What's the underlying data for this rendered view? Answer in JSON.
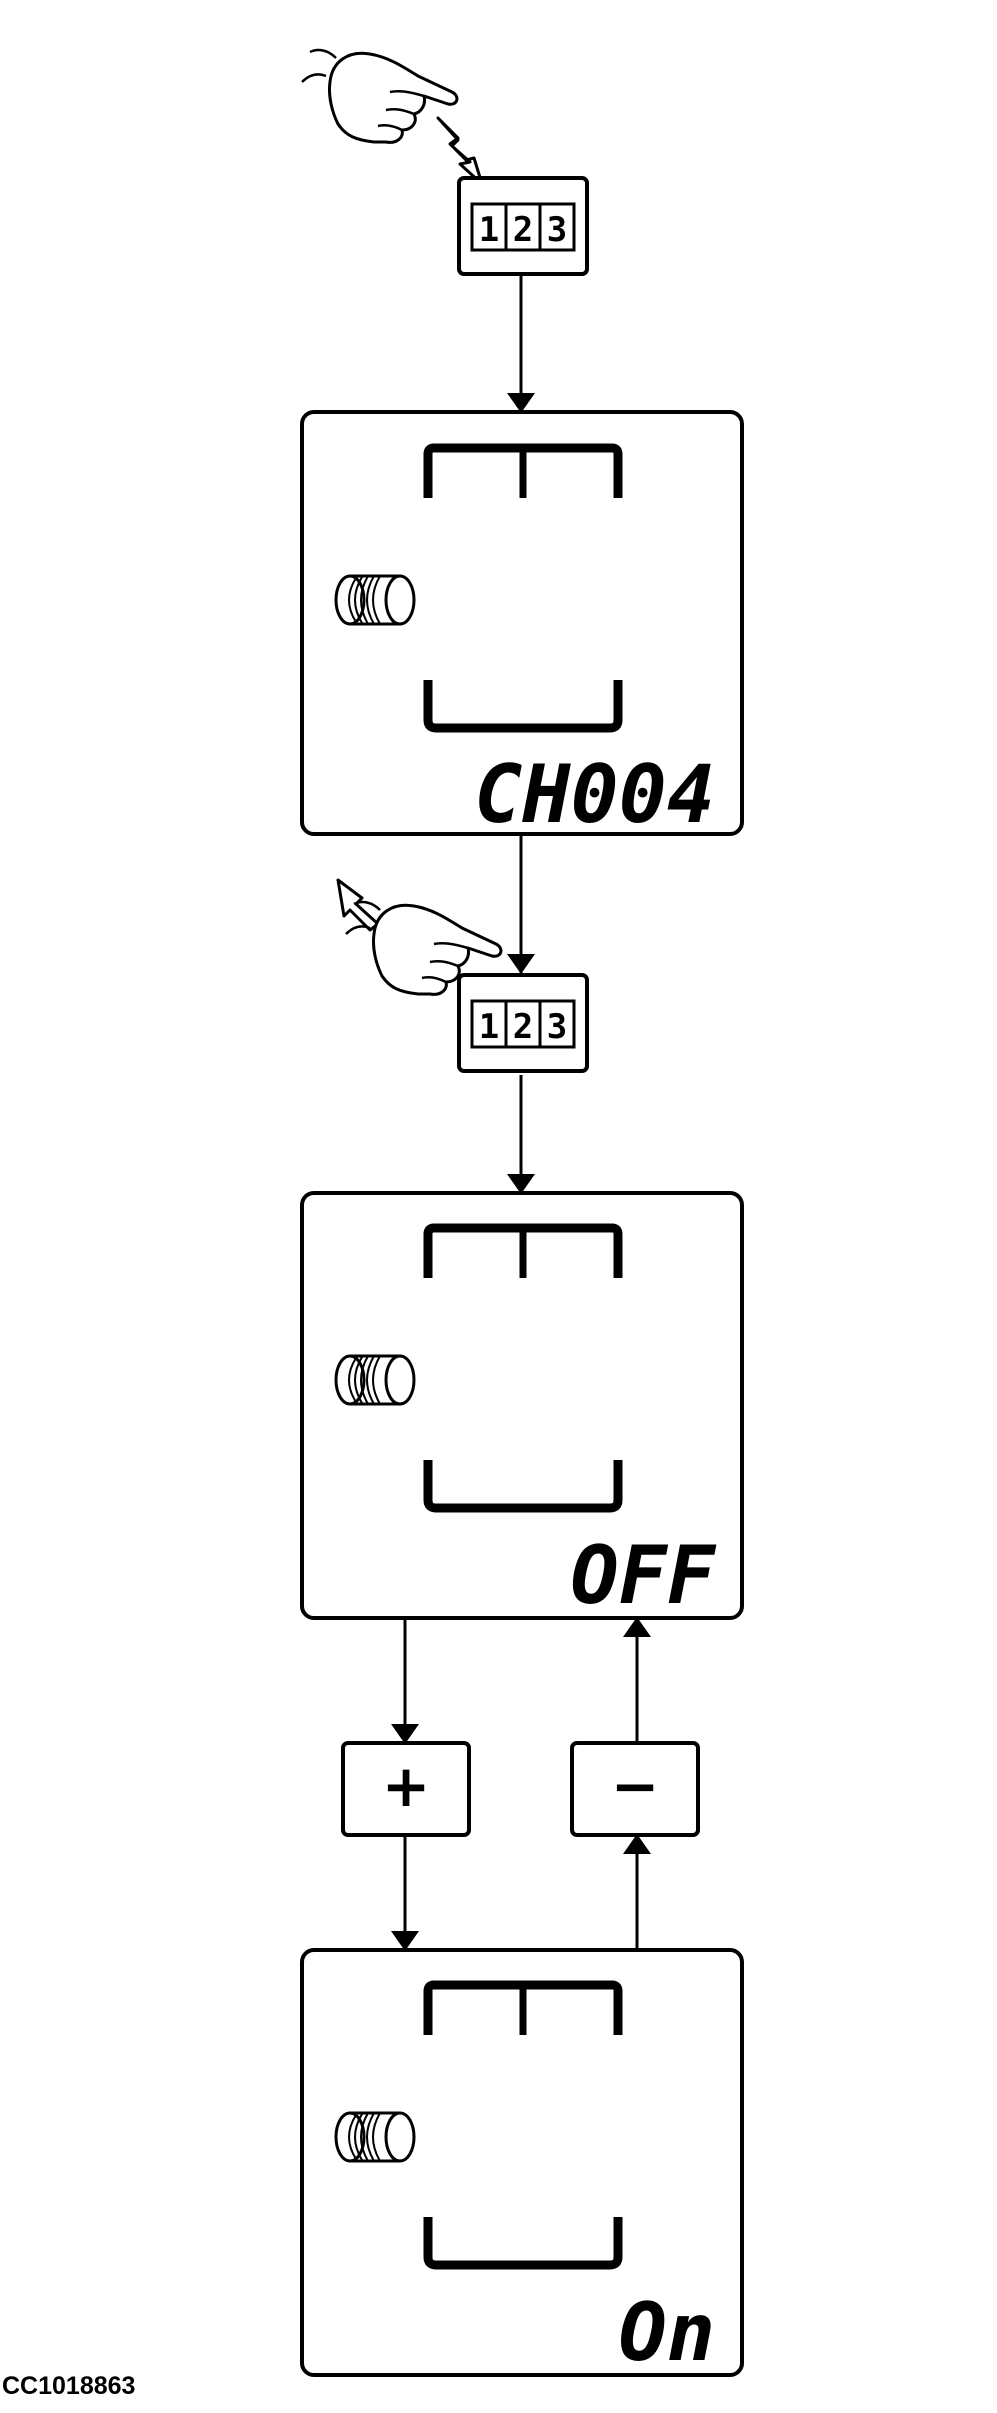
{
  "keypad_123": {
    "digits": [
      "1",
      "2",
      "3"
    ]
  },
  "screen_1": {
    "readout": "CH004"
  },
  "screen_2": {
    "readout": "OFF"
  },
  "screen_3": {
    "readout": "On"
  },
  "plus_key": {
    "label": "+"
  },
  "minus_key": {
    "label": "−"
  },
  "figure_id": "CC1018863",
  "colors": {
    "stroke": "#000000",
    "background": "#ffffff",
    "hand_fill": "#ffffff"
  },
  "icons": [
    "hand-press-icon",
    "hand-release-icon",
    "spool-icon",
    "bracket-symbol-icon",
    "arrow-down-icon",
    "arrow-up-icon"
  ]
}
